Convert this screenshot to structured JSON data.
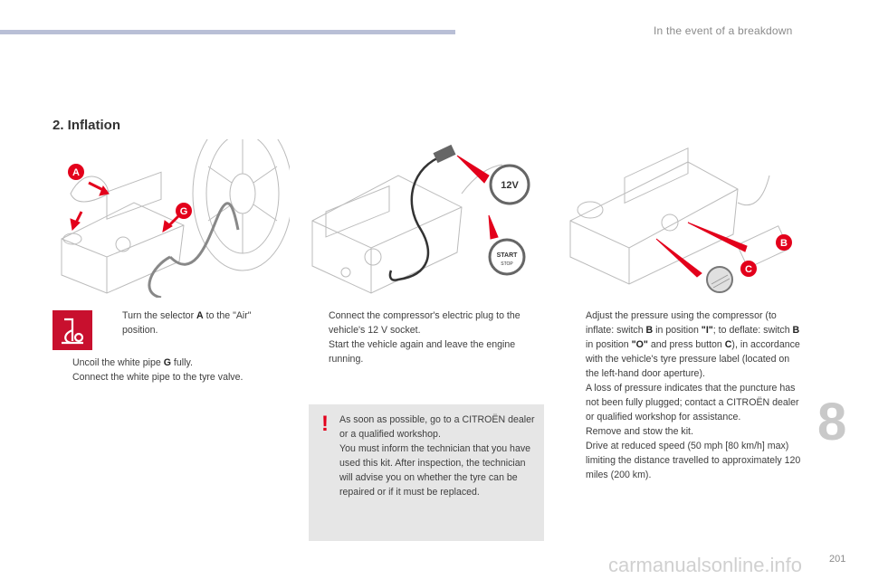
{
  "header": {
    "running_head": "In the event of a breakdown"
  },
  "section": {
    "title": "2. Inflation"
  },
  "illustrations": {
    "left": {
      "callout_a": "A",
      "callout_g": "G"
    },
    "middle": {
      "socket_label": "12V",
      "start_label": "START",
      "stop_label": "STOP"
    },
    "right": {
      "callout_b": "B",
      "callout_c": "C"
    }
  },
  "col1": {
    "icon": "compressor-icon",
    "step1_pre": "Turn the selector ",
    "step1_key": "A",
    "step1_post": " to the \"Air\" position.",
    "step2_pre": "Uncoil the white pipe ",
    "step2_key": "G",
    "step2_post": " fully.",
    "step3": "Connect the white pipe to the tyre valve."
  },
  "col2": {
    "step1": "Connect the compressor's electric plug to the vehicle's 12 V socket.",
    "step2": "Start the vehicle again and leave the engine running."
  },
  "warning": {
    "mark": "!",
    "text1": "As soon as possible, go to a CITROËN dealer or a qualified workshop.",
    "text2": "You must inform the technician that you have used this kit. After inspection, the technician will advise you on whether the tyre can be repaired or if it must be replaced."
  },
  "col3": {
    "a1": "Adjust the pressure using the compressor (to inflate: switch ",
    "a2": "B",
    "a3": " in position ",
    "a4": "\"I\"",
    "a5": "; to deflate: switch ",
    "a6": "B",
    "a7": " in position ",
    "a8": "\"O\"",
    "a9": " and press button ",
    "a10": "C",
    "a11": "), in accordance with the vehicle's tyre pressure label (located on the left-hand door aperture).",
    "note": "A loss of pressure indicates that the puncture has not been fully plugged; contact a CITROËN dealer or qualified workshop for assistance.",
    "step2": "Remove and stow the kit.",
    "step3": "Drive at reduced speed (50 mph [80 km/h] max) limiting the distance travelled to approximately 120 miles (200 km)."
  },
  "bullet": "",
  "chapter_number": "8",
  "page_number": "201",
  "watermark": "carmanualsonline.info",
  "colors": {
    "accent_red": "#e3001b",
    "bar": "#b9bfd6"
  }
}
